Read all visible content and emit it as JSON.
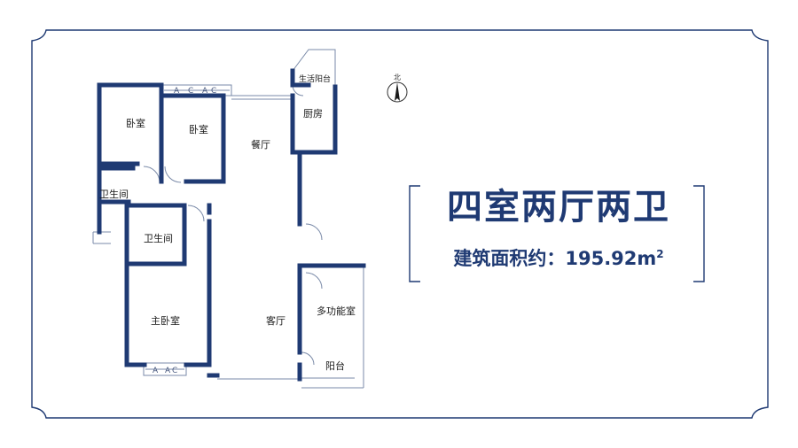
{
  "plan": {
    "rooms": {
      "bedroom_1": "卧室",
      "bedroom_2": "卧室",
      "dining": "餐厅",
      "kitchen": "厨房",
      "service_balcony": "生活阳台",
      "bathroom_1": "卫生间",
      "bathroom_2": "卫生间",
      "master_bedroom": "主卧室",
      "living": "客厅",
      "multi_room": "多功能室",
      "balcony": "阳台"
    },
    "compass_label": "北"
  },
  "summary": {
    "layout_title": "四室两厅两卫",
    "area_label": "建筑面积约：",
    "area_value": "195.92m",
    "area_sup": "2"
  },
  "colors": {
    "frame": "#1f3a73",
    "wall": "#1f3a73",
    "title": "#1f3a73"
  }
}
